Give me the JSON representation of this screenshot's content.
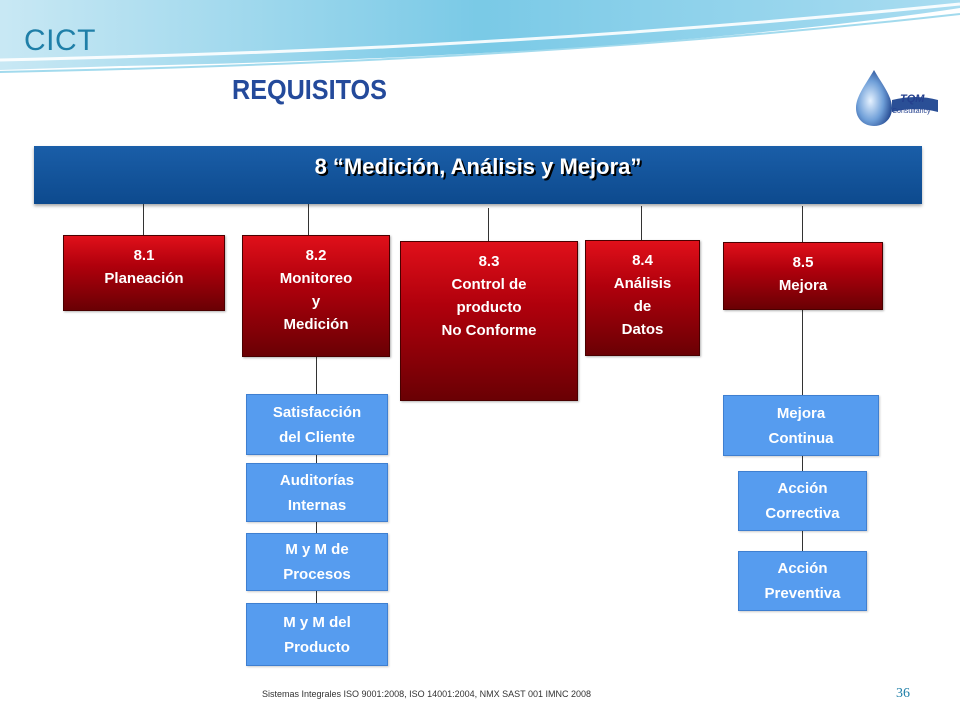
{
  "slide": {
    "app_name": "CICT",
    "title": "REQUISITOS",
    "logo_text": "TQM",
    "logo_sub": "Consultancy",
    "header": "8  “Medición, Análisis y Mejora”",
    "footer": "Sistemas Integrales ISO 9001:2008, ISO 14001:2004, NMX SAST 001 IMNC 2008",
    "page_number": "36"
  },
  "sections": [
    {
      "lines": [
        "8.1",
        "Planeación"
      ]
    },
    {
      "lines": [
        "8.2",
        "Monitoreo",
        "y",
        "Medición"
      ]
    },
    {
      "lines": [
        "8.3",
        "Control de",
        "producto",
        "No Conforme"
      ]
    },
    {
      "lines": [
        "8.4",
        "Análisis",
        "de",
        "Datos"
      ]
    },
    {
      "lines": [
        "8.5",
        "Mejora"
      ]
    }
  ],
  "sub_items_8_2": [
    {
      "lines": [
        "Satisfacción",
        "del Cliente"
      ]
    },
    {
      "lines": [
        "Auditorías",
        "Internas"
      ]
    },
    {
      "lines": [
        "M y M de",
        "Procesos"
      ]
    },
    {
      "lines": [
        "M y M del",
        "Producto"
      ]
    }
  ],
  "sub_items_8_5": [
    {
      "lines": [
        "Mejora",
        "Continua"
      ]
    },
    {
      "lines": [
        "Acción",
        "Correctiva"
      ]
    },
    {
      "lines": [
        "Acción",
        "Preventiva"
      ]
    }
  ],
  "colors": {
    "header_bar": "#1a5ea8",
    "red_box": "#c0000c",
    "blue_box": "#569cef",
    "title": "#244a9b",
    "accent": "#1f7fa8"
  }
}
